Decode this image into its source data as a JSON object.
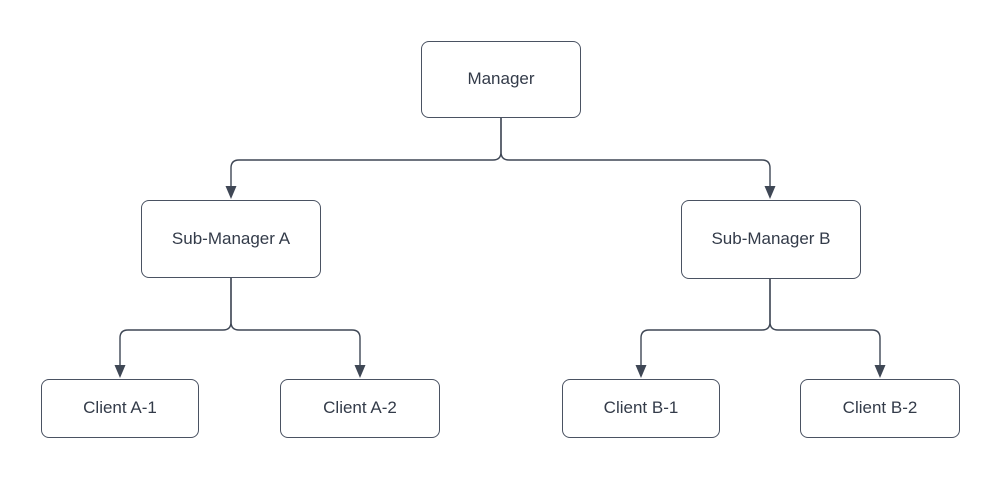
{
  "diagram": {
    "type": "org-chart",
    "levels": 3,
    "nodes": {
      "manager": {
        "label": "Manager",
        "level": 1
      },
      "sub_a": {
        "label": "Sub-Manager A",
        "level": 2
      },
      "sub_b": {
        "label": "Sub-Manager B",
        "level": 2
      },
      "client_a1": {
        "label": "Client A-1",
        "level": 3
      },
      "client_a2": {
        "label": "Client A-2",
        "level": 3
      },
      "client_b1": {
        "label": "Client B-1",
        "level": 3
      },
      "client_b2": {
        "label": "Client B-2",
        "level": 3
      }
    },
    "edges": [
      {
        "from": "Manager",
        "to": "Sub-Manager A",
        "style": "elbow-arrow"
      },
      {
        "from": "Manager",
        "to": "Sub-Manager B",
        "style": "elbow-arrow"
      },
      {
        "from": "Sub-Manager A",
        "to": "Client A-1",
        "style": "elbow-arrow"
      },
      {
        "from": "Sub-Manager A",
        "to": "Client A-2",
        "style": "elbow-arrow"
      },
      {
        "from": "Sub-Manager B",
        "to": "Client B-1",
        "style": "elbow-arrow"
      },
      {
        "from": "Sub-Manager B",
        "to": "Client B-2",
        "style": "elbow-arrow"
      }
    ],
    "colors": {
      "stroke": "#3f4755",
      "text": "#333b49",
      "node_fill": "#ffffff",
      "background": "#ffffff"
    }
  }
}
